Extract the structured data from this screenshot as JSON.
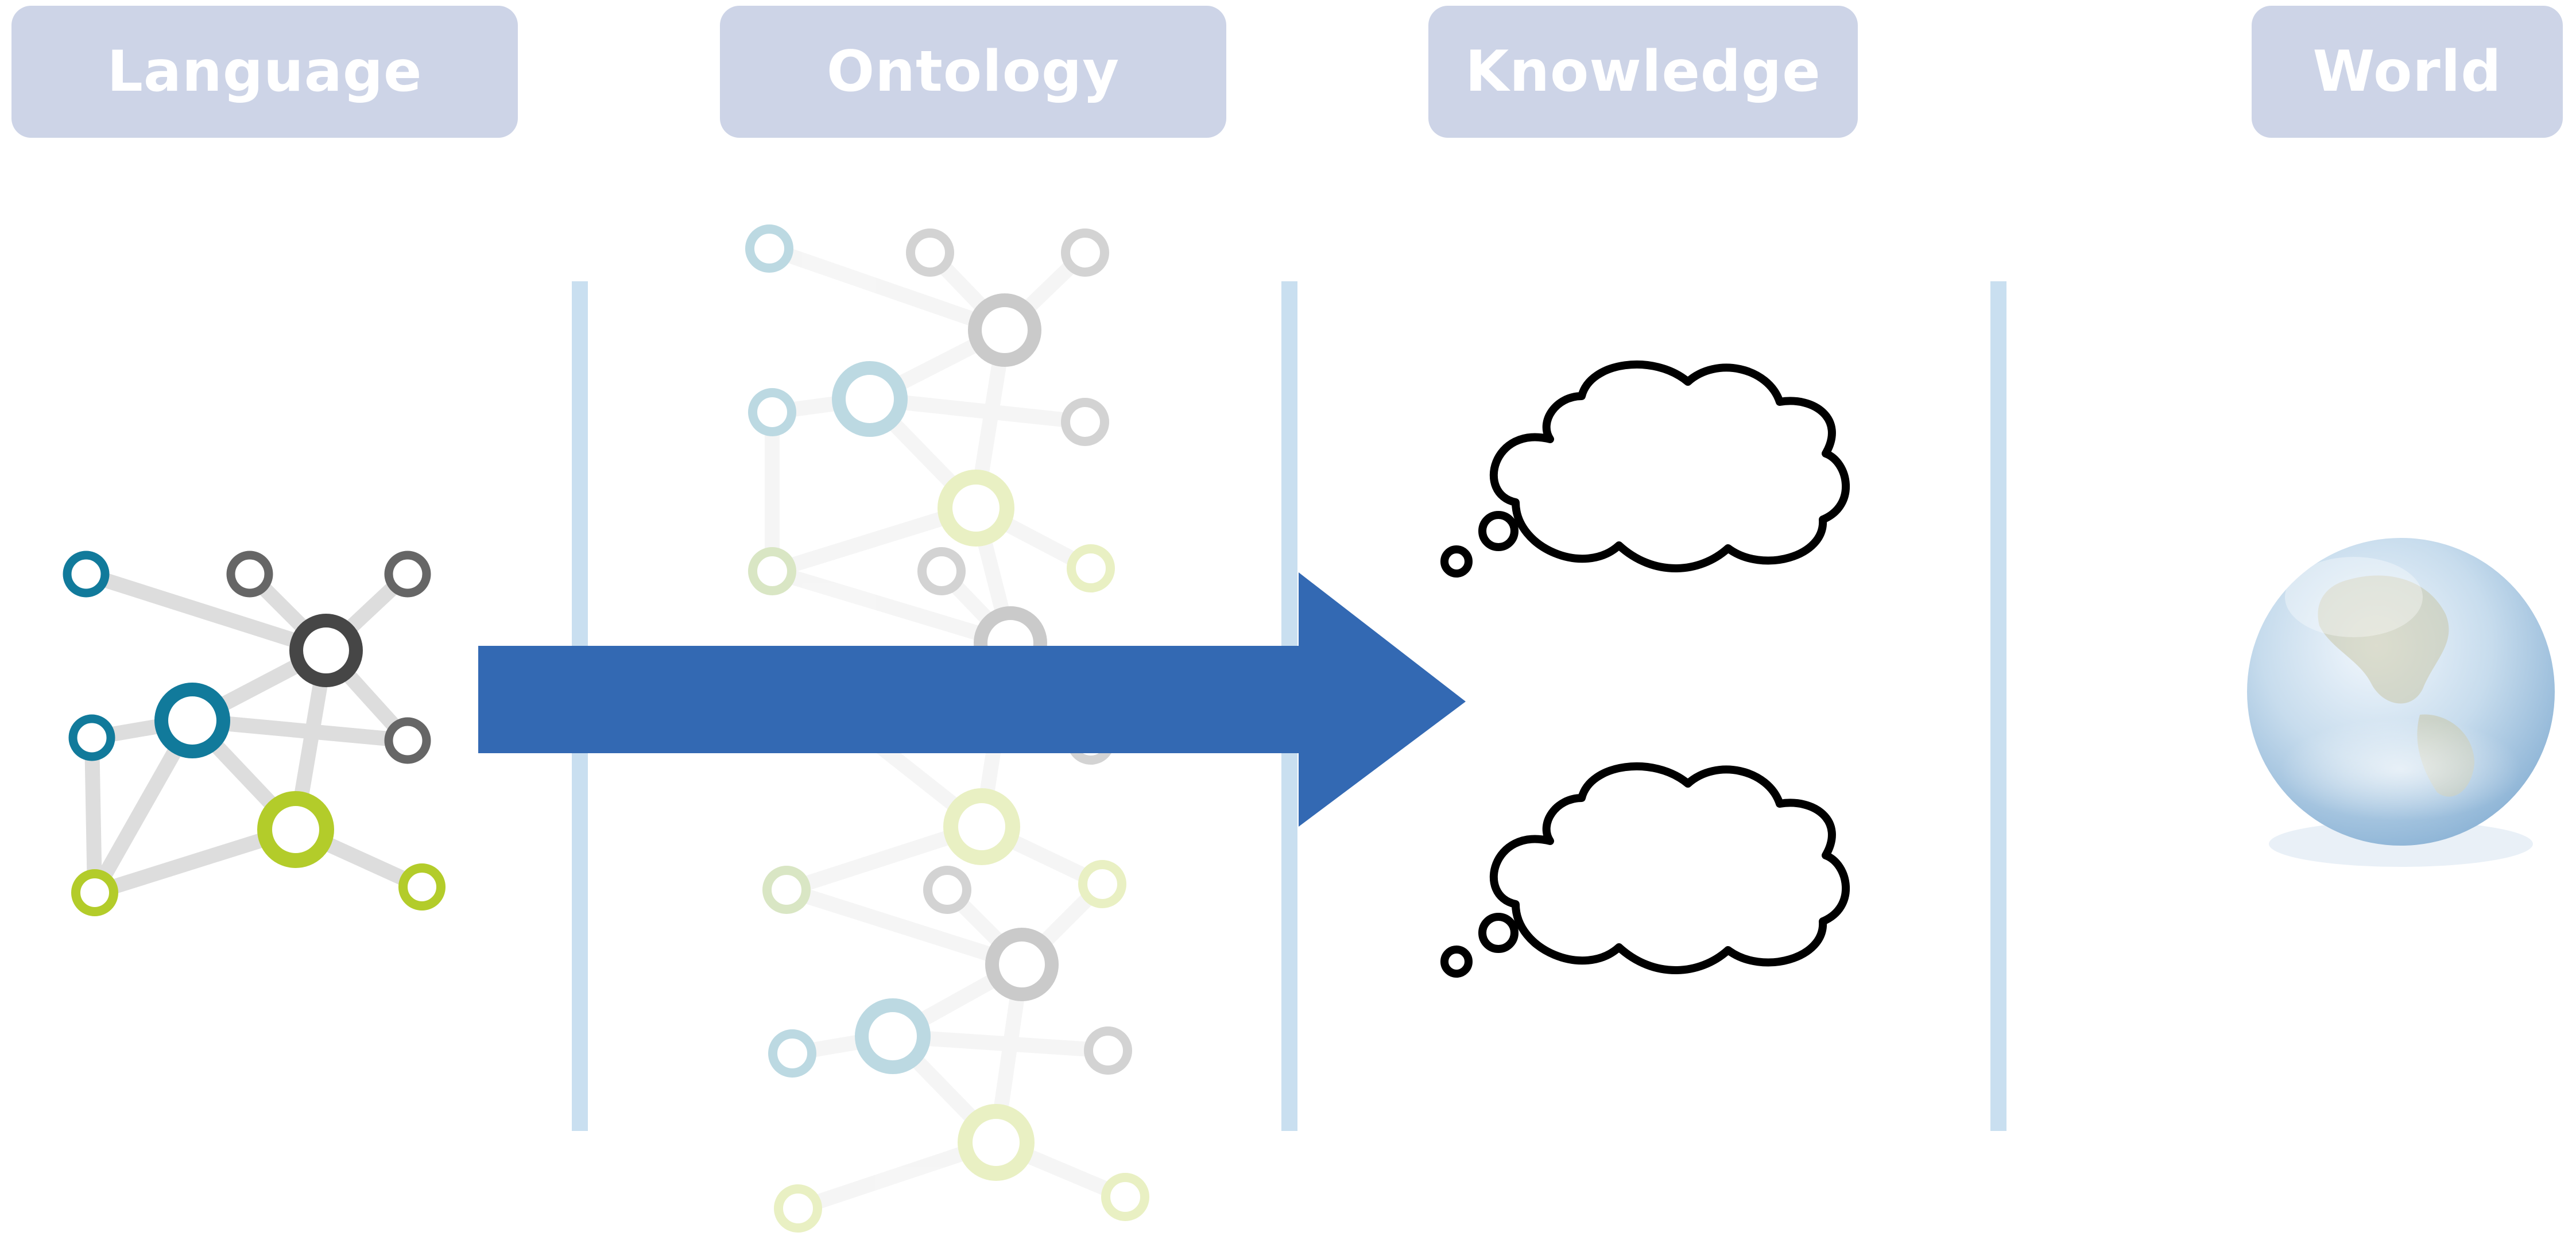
{
  "headers": {
    "language": "Language",
    "ontology": "Ontology",
    "knowledge": "Knowledge",
    "world": "World"
  },
  "colors": {
    "header_bg": "#cdd4e7",
    "header_text": "#ffffff",
    "divider": "#c9dff0",
    "arrow": "#3369b3",
    "node_teal": "#117a9b",
    "node_dark": "#464646",
    "node_gray": "#666666",
    "node_lime": "#b3cc2a",
    "edge": "#dddddd"
  },
  "icons": {
    "language": "language-network-icon",
    "ontology": "ontology-network-icon",
    "knowledge": "thought-bubble-icon",
    "world": "globe-icon",
    "flow": "right-arrow-icon"
  }
}
